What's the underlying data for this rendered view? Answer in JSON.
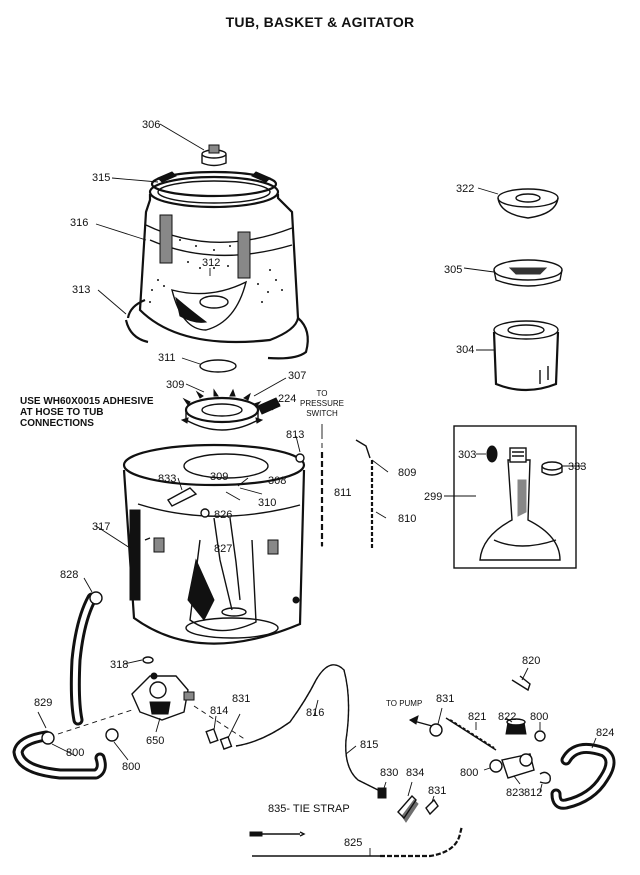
{
  "title": "TUB, BASKET & AGITATOR",
  "note": {
    "lines": [
      "USE WH60X0015 ADHESIVE",
      "AT HOSE TO TUB",
      "CONNECTIONS"
    ]
  },
  "to_pressure_switch": [
    "TO",
    "PRESSURE",
    "SWITCH"
  ],
  "to_pump": "TO PUMP",
  "tie_strap": "835- TIE STRAP",
  "parts": {
    "p306": "306",
    "p315a": "315",
    "p316": "316",
    "p313": "313",
    "p312": "312",
    "p311": "311",
    "p309a": "309",
    "p307": "307",
    "p224": "224",
    "p813": "813",
    "p833": "833",
    "p309b": "309",
    "p308": "308",
    "p310": "310",
    "p826": "826",
    "p317": "317",
    "p827": "827",
    "p811": "811",
    "p809": "809",
    "p810": "810",
    "p322": "322",
    "p305": "305",
    "p304": "304",
    "p303": "303",
    "p333": "333",
    "p299": "299",
    "p828": "828",
    "p318": "318",
    "p829": "829",
    "p800a": "800",
    "p800b": "800",
    "p650": "650",
    "p814": "814",
    "p831a": "831",
    "p816": "816",
    "p815": "815",
    "p830": "830",
    "p834": "834",
    "p831b": "831",
    "p825": "825",
    "p831c": "831",
    "p821": "821",
    "p822": "822",
    "p800c": "800",
    "p800d": "800",
    "p823": "823",
    "p812": "812",
    "p824": "824",
    "p820": "820"
  }
}
